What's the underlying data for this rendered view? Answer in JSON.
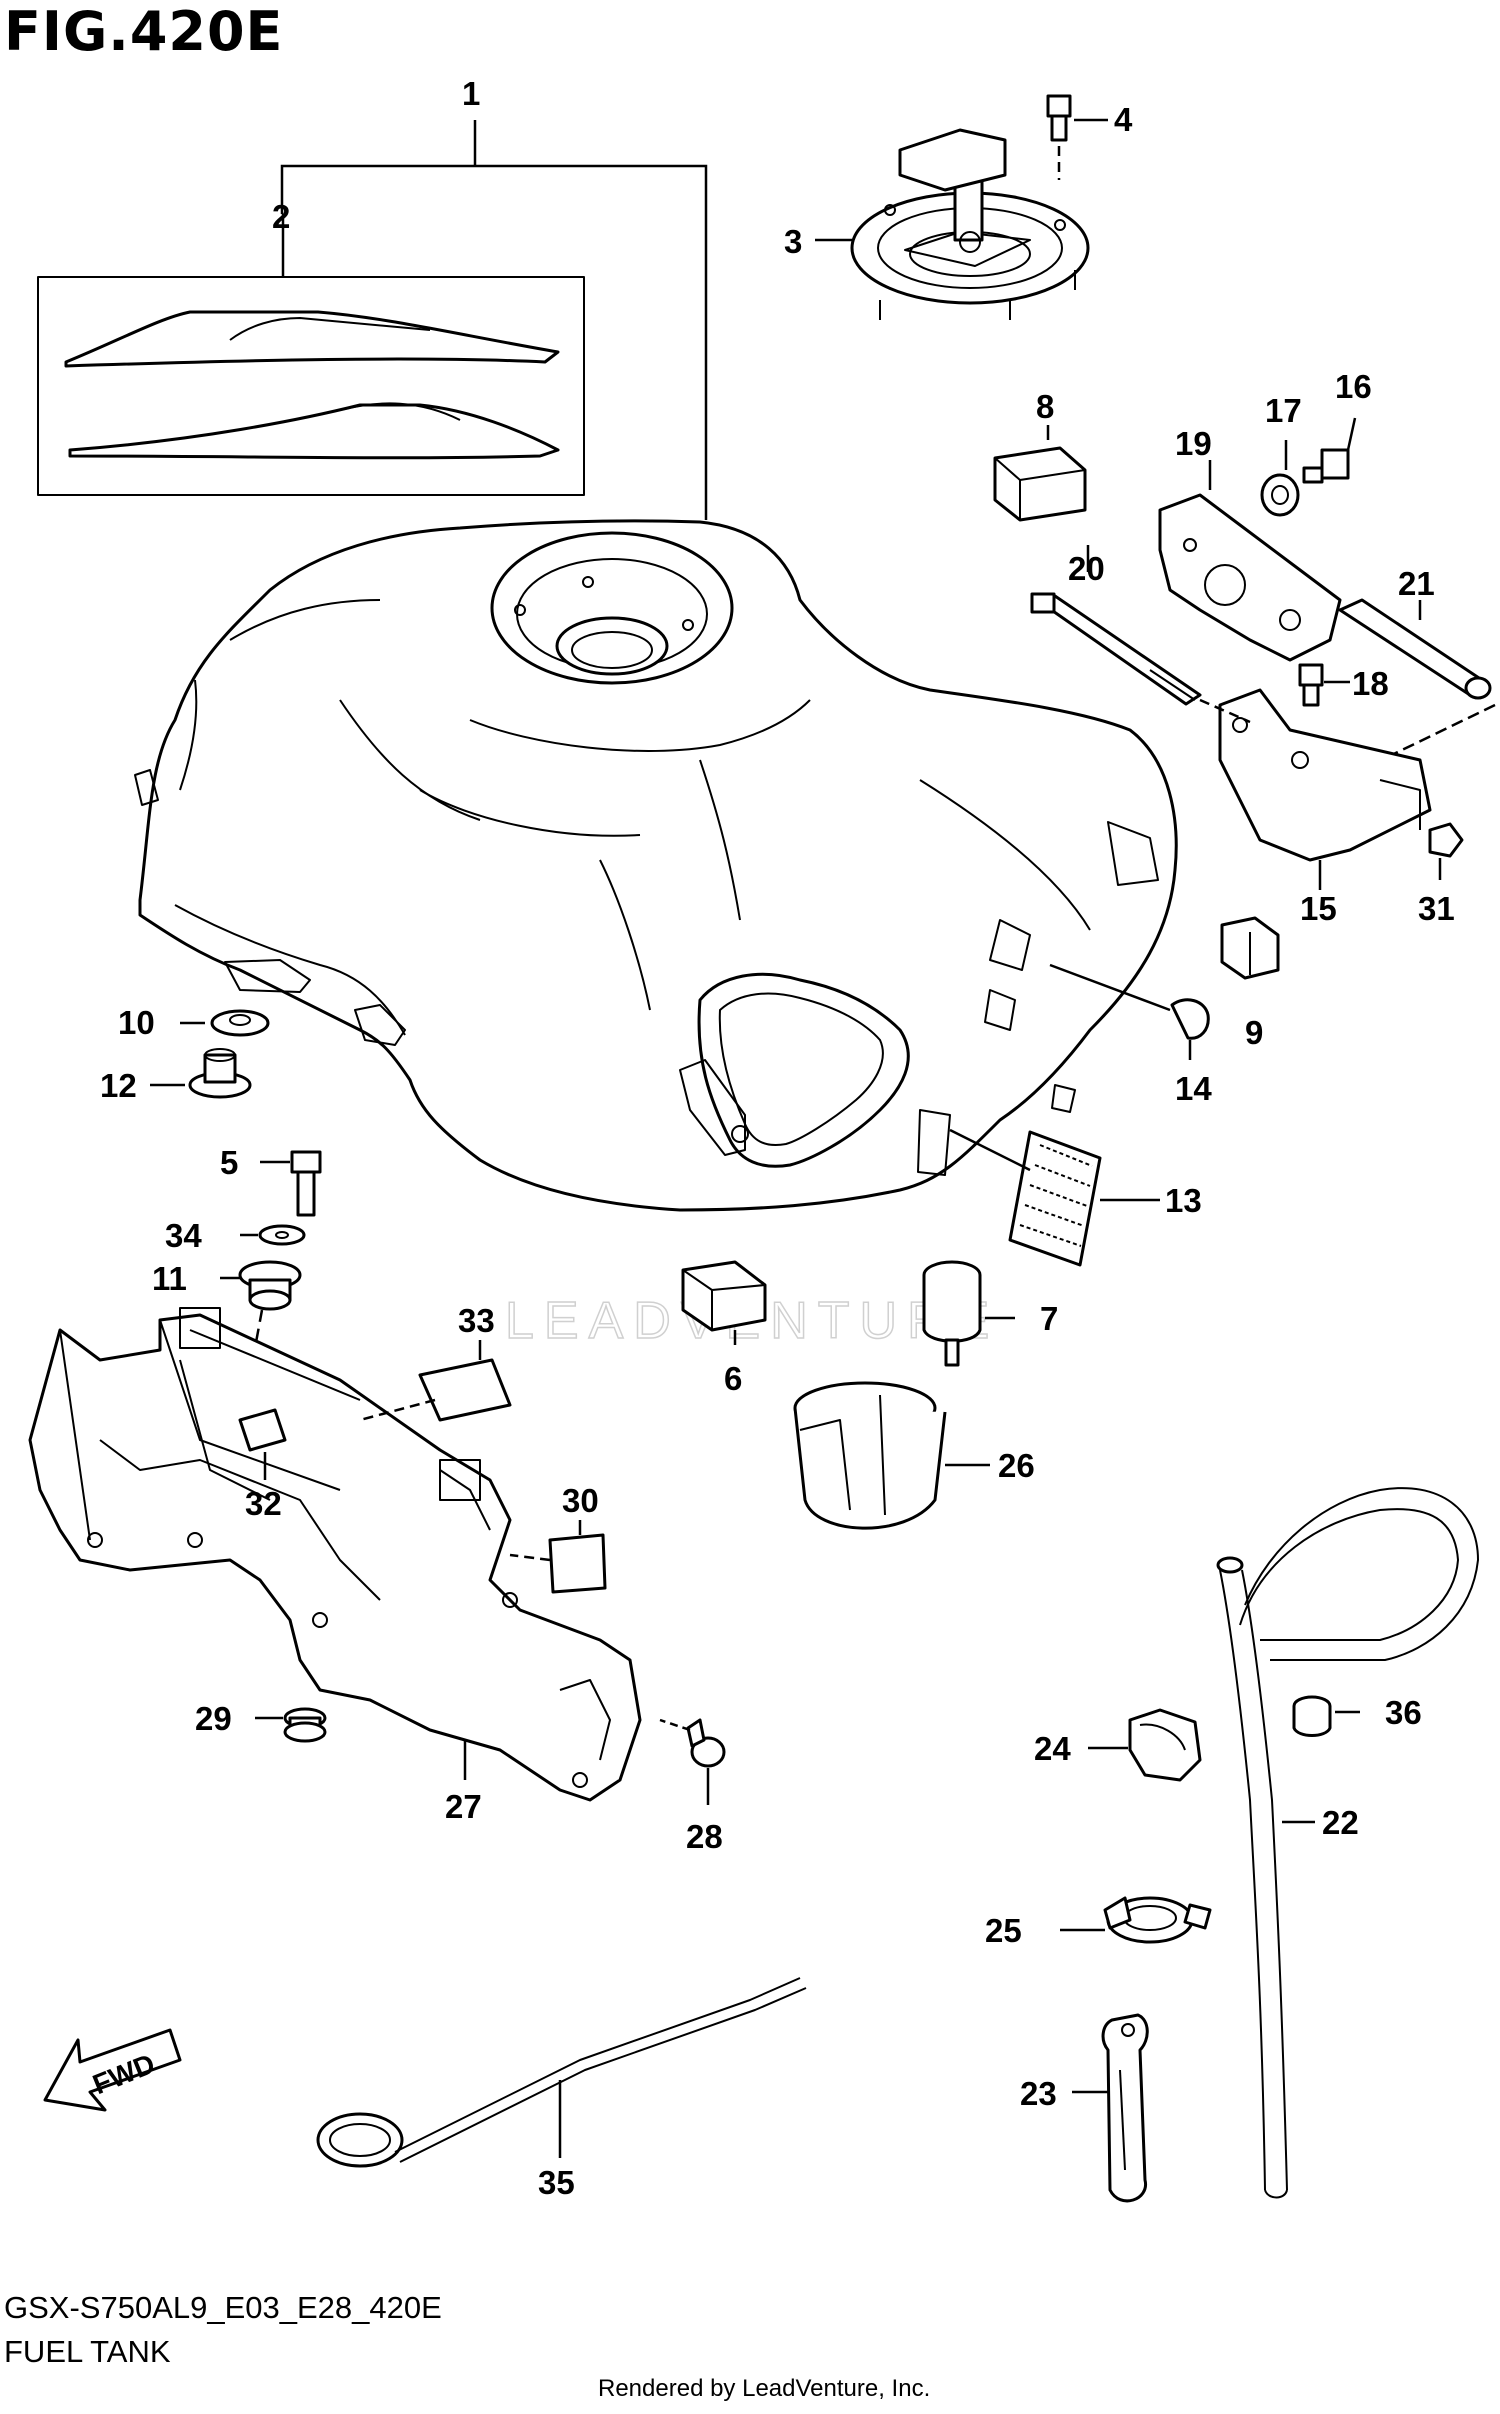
{
  "figure": {
    "title": "FIG.420E",
    "model_code": "GSX-S750AL9_E03_E28_420E",
    "caption": "FUEL TANK",
    "credit": "Rendered by LeadVenture, Inc.",
    "watermark": "LEADVENTURE",
    "fwd_label": "FWD"
  },
  "callouts": [
    {
      "id": "1",
      "label": "1"
    },
    {
      "id": "2",
      "label": "2"
    },
    {
      "id": "3",
      "label": "3"
    },
    {
      "id": "4",
      "label": "4"
    },
    {
      "id": "5",
      "label": "5"
    },
    {
      "id": "6",
      "label": "6"
    },
    {
      "id": "7",
      "label": "7"
    },
    {
      "id": "8",
      "label": "8"
    },
    {
      "id": "9",
      "label": "9"
    },
    {
      "id": "10",
      "label": "10"
    },
    {
      "id": "11",
      "label": "11"
    },
    {
      "id": "12",
      "label": "12"
    },
    {
      "id": "13",
      "label": "13"
    },
    {
      "id": "14",
      "label": "14"
    },
    {
      "id": "15",
      "label": "15"
    },
    {
      "id": "16",
      "label": "16"
    },
    {
      "id": "17",
      "label": "17"
    },
    {
      "id": "18",
      "label": "18"
    },
    {
      "id": "19",
      "label": "19"
    },
    {
      "id": "20",
      "label": "20"
    },
    {
      "id": "21",
      "label": "21"
    },
    {
      "id": "22",
      "label": "22"
    },
    {
      "id": "23",
      "label": "23"
    },
    {
      "id": "24",
      "label": "24"
    },
    {
      "id": "25",
      "label": "25"
    },
    {
      "id": "26",
      "label": "26"
    },
    {
      "id": "27",
      "label": "27"
    },
    {
      "id": "28",
      "label": "28"
    },
    {
      "id": "29",
      "label": "29"
    },
    {
      "id": "30",
      "label": "30"
    },
    {
      "id": "31",
      "label": "31"
    },
    {
      "id": "32",
      "label": "32"
    },
    {
      "id": "33",
      "label": "33"
    },
    {
      "id": "34",
      "label": "34"
    },
    {
      "id": "35",
      "label": "35"
    },
    {
      "id": "36",
      "label": "36"
    }
  ],
  "colors": {
    "ink": "#000000",
    "paper": "#ffffff",
    "watermark": "#d0d0d0"
  }
}
